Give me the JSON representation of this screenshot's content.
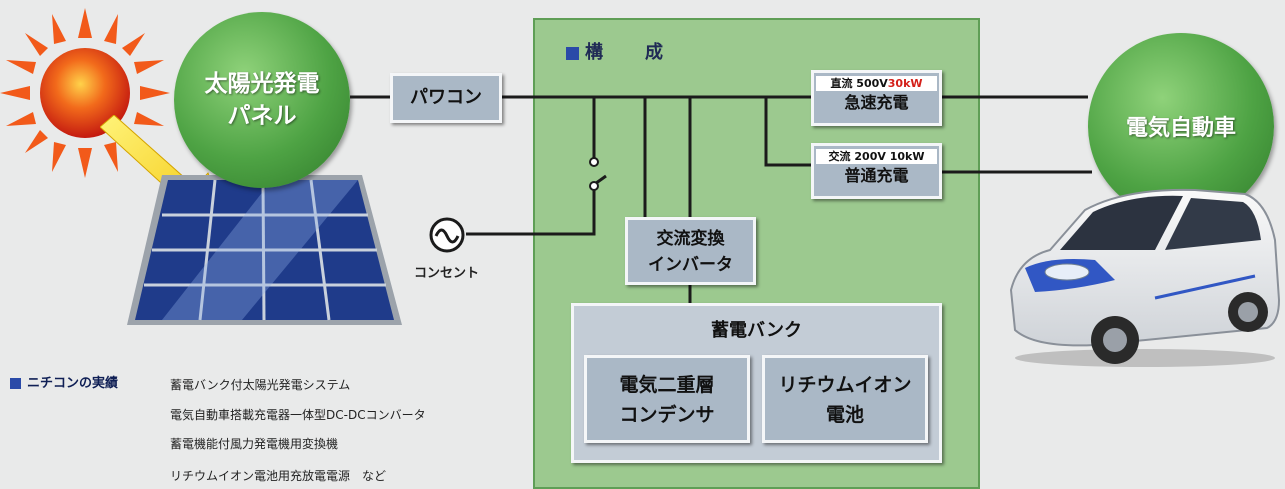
{
  "panel_title": "構　成",
  "solar_panel_label_line1": "太陽光発電",
  "solar_panel_label_line2": "パネル",
  "power_conditioner": "パワコン",
  "outlet_label": "コンセント",
  "dc_charge": {
    "type": "直流",
    "spec_normal": "500V",
    "spec_red": "30kW",
    "label": "急速充電"
  },
  "ac_charge": {
    "type": "交流",
    "spec": "200V 10kW",
    "label": "普通充電"
  },
  "ac_inverter_line1": "交流変換",
  "ac_inverter_line2": "インバータ",
  "storage_bank": "蓄電バンク",
  "edlc_line1": "電気二重層",
  "edlc_line2": "コンデンサ",
  "liion_line1": "リチウムイオン",
  "liion_line2": "電池",
  "ev_label": "電気自動車",
  "legend": {
    "header": "ニチコンの実績",
    "items": [
      "蓄電バンク付太陽光発電システム",
      "電気自動車搭載充電器一体型DC-DCコンバータ",
      "蓄電機能付風力発電機用変換機",
      "リチウムイオン電池用充放電電源　など"
    ]
  },
  "colors": {
    "panel_green": "#9cc98f",
    "circle_green": "#4ea344",
    "box_gray": "#aab8c6",
    "accent_blue": "#2a4aa8",
    "red": "#d4201a"
  }
}
